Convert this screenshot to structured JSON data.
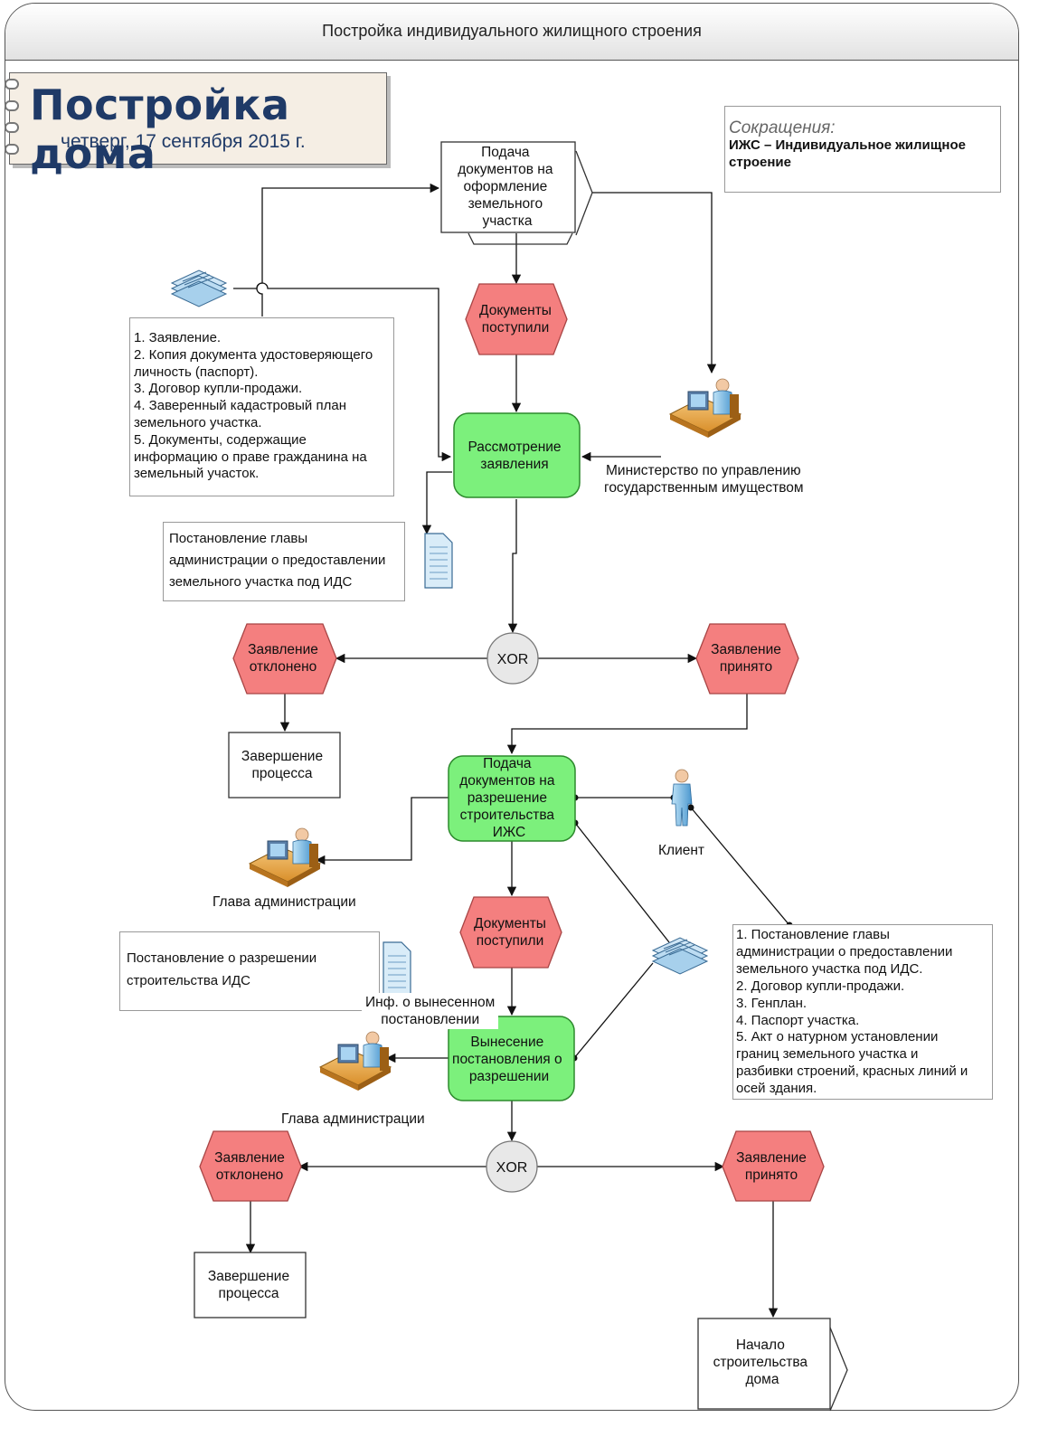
{
  "header": {
    "title": "Постройка индивидуального жилищного строения"
  },
  "title_card": {
    "title": "Постройка дома",
    "date": "четверг, 17 сентября 2015 г."
  },
  "abbreviations": {
    "heading": "Сокращения:",
    "text": "ИЖС – Индивидуальное жилищное строение"
  },
  "functions": {
    "submit_land": [
      "Подача",
      "документов на",
      "оформление",
      "земельного",
      "участка"
    ],
    "review": [
      "Рассмотрение",
      "заявления"
    ],
    "submit_permit": [
      "Подача",
      "документов на",
      "разрешение",
      "строительства",
      "ИЖС"
    ],
    "resolution": [
      "Вынесение",
      "постановления о",
      "разрешении"
    ],
    "end1": [
      "Завершение",
      "процесса"
    ],
    "end2": [
      "Завершение",
      "процесса"
    ],
    "start_build": [
      "Начало",
      "строительства",
      "дома"
    ]
  },
  "events": {
    "docs_received_1": [
      "Документы",
      "поступили"
    ],
    "rejected_1": [
      "Заявление",
      "отклонено"
    ],
    "accepted_1": [
      "Заявление",
      "принято"
    ],
    "docs_received_2": [
      "Документы",
      "поступили"
    ],
    "rejected_2": [
      "Заявление",
      "отклонено"
    ],
    "accepted_2": [
      "Заявление",
      "принято"
    ]
  },
  "xor1": "XOR",
  "xor2": "XOR",
  "docs_list_1": [
    "1. Заявление.",
    "2. Копия документа удостоверяющего",
    "личность (паспорт).",
    "3. Договор купли-продажи.",
    "4. Заверенный кадастровый план",
    "земельного участка.",
    "5. Документы, содержащие",
    "информацию о праве гражданина на",
    "земельный участок."
  ],
  "resolution_note_1": [
    "Постановление главы",
    "администрации о предоставлении",
    "земельного участка под ИДС"
  ],
  "resolution_note_2": [
    "Постановление о разрешении",
    "строительства ИДС"
  ],
  "docs_list_2": [
    "1. Постановление главы",
    "администрации о предоставлении",
    "земельного участка под ИДС.",
    "2. Договор купли-продажи.",
    "3. Генплан.",
    "4. Паспорт участка.",
    "5. Акт о натурном установлении",
    "границ земельного участка и",
    "разбивки строений, красных линий и",
    "осей здания."
  ],
  "roles": {
    "ministry": [
      "Министерство по управлению",
      "государственным имуществом"
    ],
    "client": "Клиент",
    "head_admin_1": "Глава администрации",
    "head_admin_2": "Глава администрации"
  },
  "info_label": [
    "Инф. о вынесенном",
    "постановлении"
  ],
  "colors": {
    "event_fill": "#f47f7f",
    "function_fill": "#7cf07c",
    "xor_fill": "#e8e8e8",
    "title_color": "#1f3a67"
  }
}
